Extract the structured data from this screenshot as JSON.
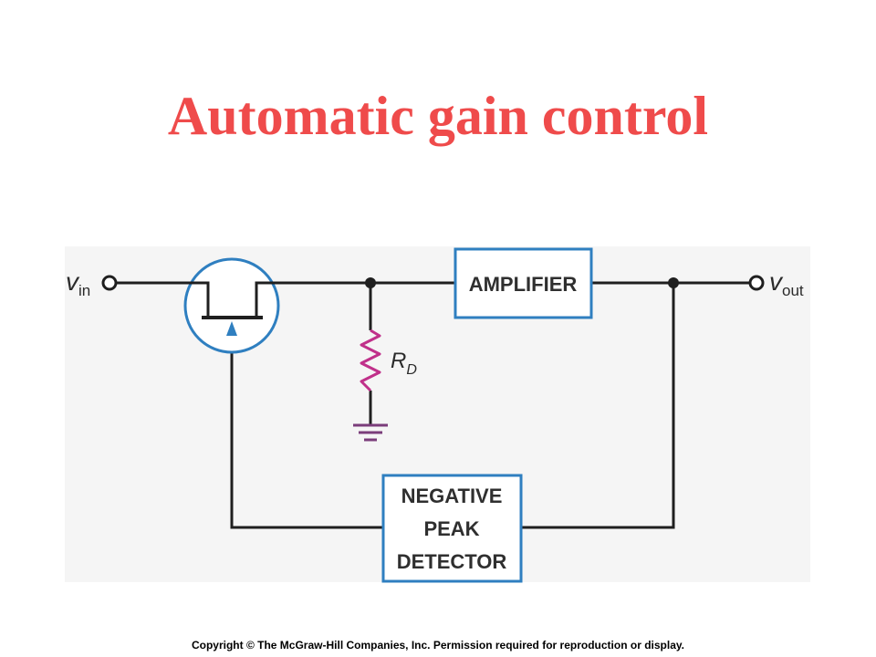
{
  "title": "Automatic gain control",
  "colors": {
    "title": "#ef4b4b",
    "wire": "#1f1f1f",
    "block_border": "#2f7fc0",
    "resistor": "#c0308a",
    "diagram_bg": "#f5f5f5"
  },
  "diagram": {
    "input": {
      "symbol": "v",
      "subscript": "in"
    },
    "output": {
      "symbol": "v",
      "subscript": "out"
    },
    "resistor": {
      "symbol": "R",
      "subscript": "D"
    },
    "amplifier_label": "AMPLIFIER",
    "detector_lines": [
      "NEGATIVE",
      "PEAK",
      "DETECTOR"
    ]
  },
  "copyright": "Copyright © The McGraw-Hill Companies, Inc. Permission required for reproduction or display."
}
